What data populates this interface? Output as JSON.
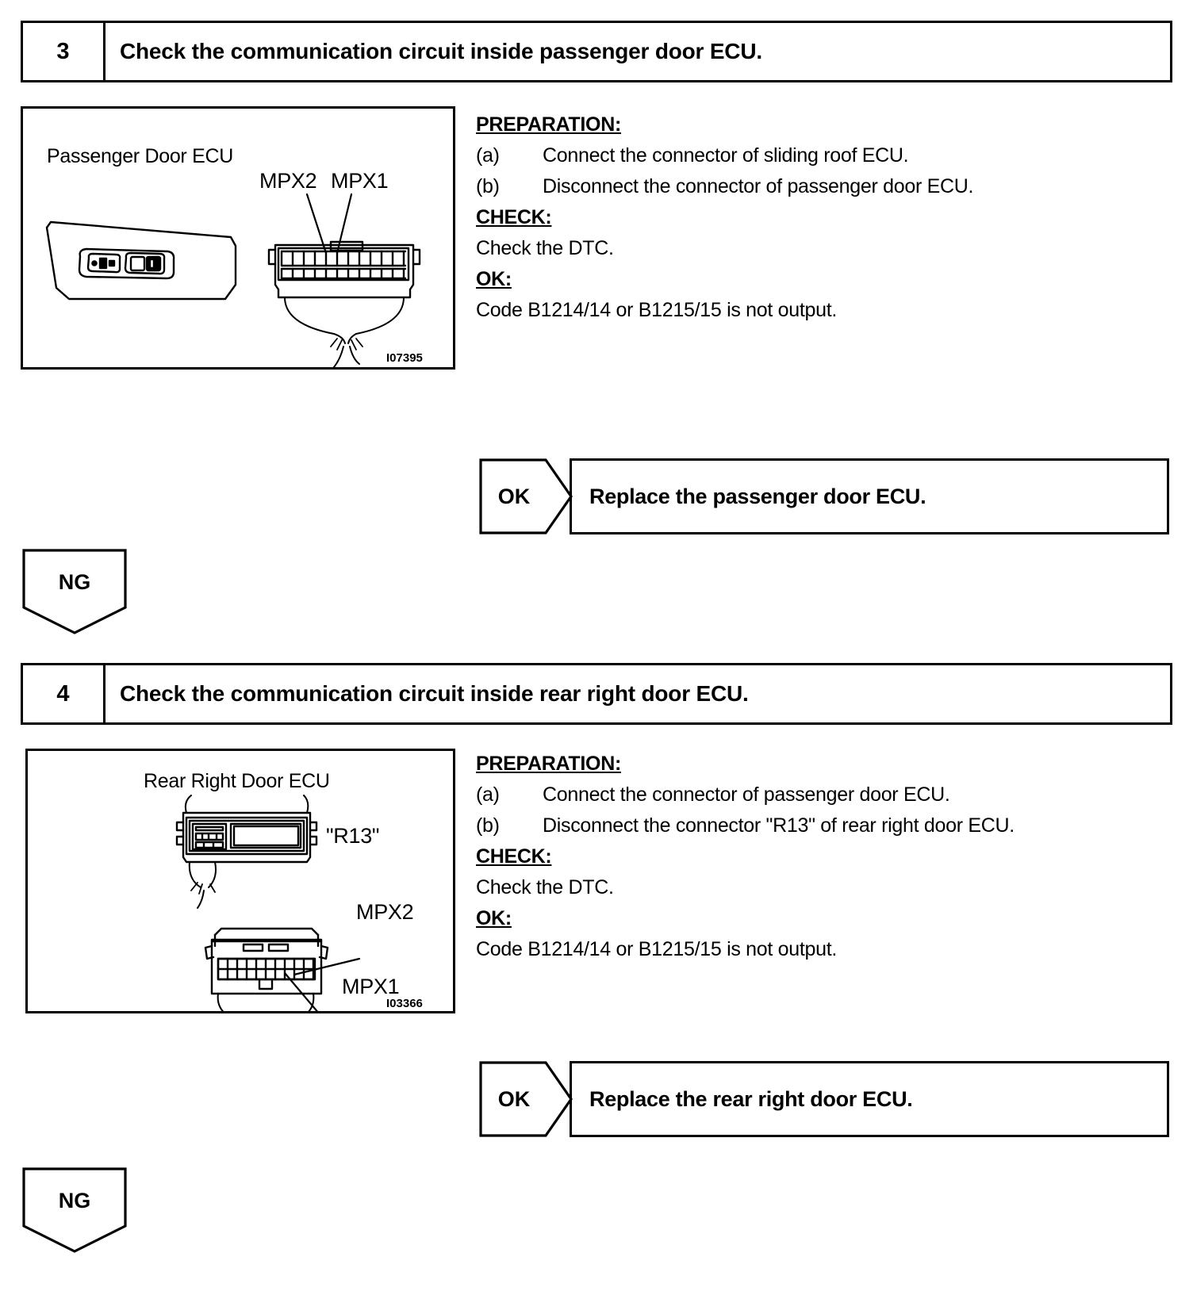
{
  "steps": [
    {
      "number": "3",
      "title": "Check the communication circuit inside passenger door ECU.",
      "figure": {
        "caption": "Passenger Door ECU",
        "labels": [
          "MPX2",
          "MPX1"
        ],
        "id": "I07395"
      },
      "instructions": {
        "preparation_heading": "PREPARATION:",
        "preparation_items": [
          {
            "mark": "(a)",
            "text": "Connect the connector of sliding roof ECU."
          },
          {
            "mark": "(b)",
            "text": "Disconnect the connector of passenger door ECU."
          }
        ],
        "check_heading": "CHECK:",
        "check_text": "Check the DTC.",
        "ok_heading": "OK:",
        "ok_text": "Code B1214/14 or B1215/15 is not output."
      },
      "ok_branch": {
        "tag": "OK",
        "result": "Replace the passenger door ECU."
      },
      "ng_badge": "NG"
    },
    {
      "number": "4",
      "title": "Check the communication circuit inside rear right door ECU.",
      "figure": {
        "caption": "Rear Right Door ECU",
        "labels": [
          "\"R13\"",
          "MPX2",
          "MPX1"
        ],
        "id": "I03366"
      },
      "instructions": {
        "preparation_heading": "PREPARATION:",
        "preparation_items": [
          {
            "mark": "(a)",
            "text": "Connect the connector of passenger door ECU."
          },
          {
            "mark": "(b)",
            "text": "Disconnect the connector \"R13\" of rear right door ECU."
          }
        ],
        "check_heading": "CHECK:",
        "check_text": "Check the DTC.",
        "ok_heading": "OK:",
        "ok_text": "Code B1214/14 or B1215/15 is not output."
      },
      "ok_branch": {
        "tag": "OK",
        "result": "Replace the rear right door ECU."
      },
      "ng_badge": "NG"
    }
  ]
}
